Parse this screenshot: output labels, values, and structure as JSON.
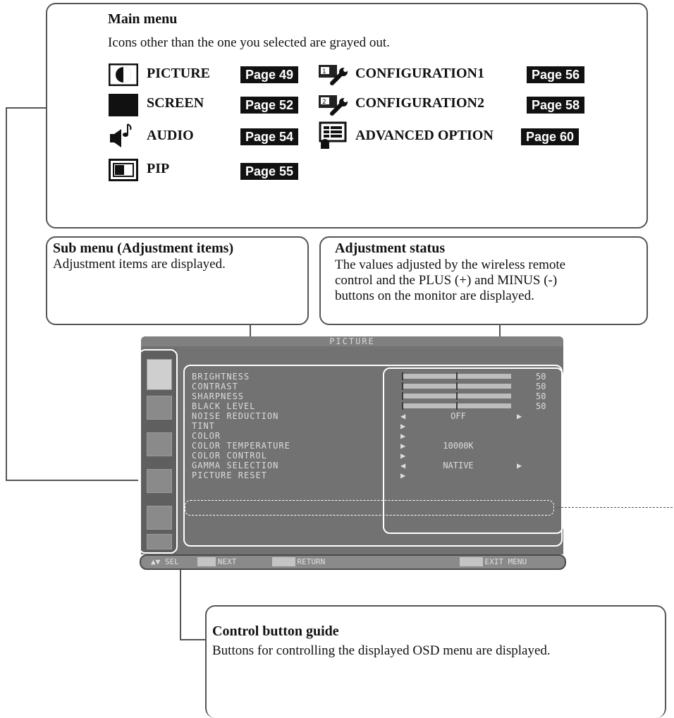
{
  "main_menu": {
    "title": "Main menu",
    "desc": "Icons other than the one you selected are grayed out.",
    "items": [
      {
        "label": "PICTURE",
        "page": "Page 49",
        "icon": "picture-icon"
      },
      {
        "label": "SCREEN",
        "page": "Page 52",
        "icon": "screen-icon"
      },
      {
        "label": "AUDIO",
        "page": "Page 54",
        "icon": "audio-icon"
      },
      {
        "label": "PIP",
        "page": "Page 55",
        "icon": "pip-icon"
      },
      {
        "label": "CONFIGURATION1",
        "page": "Page 56",
        "icon": "config1-icon"
      },
      {
        "label": "CONFIGURATION2",
        "page": "Page 58",
        "icon": "config2-icon"
      },
      {
        "label": "ADVANCED OPTION",
        "page": "Page 60",
        "icon": "advanced-option-icon"
      }
    ]
  },
  "sub_menu": {
    "title": "Sub menu (Adjustment items)",
    "desc": "Adjustment items are displayed."
  },
  "adjustment_status": {
    "title": "Adjustment status",
    "desc": "The values adjusted by the wireless remote control and the PLUS (+) and MINUS (-) buttons on the monitor are displayed."
  },
  "control_guide": {
    "title": "Control button guide",
    "desc": "Buttons for controlling the displayed OSD menu are displayed."
  },
  "osd": {
    "title": "PICTURE",
    "items": [
      "BRIGHTNESS",
      "CONTRAST",
      "SHARPNESS",
      "BLACK LEVEL",
      "NOISE REDUCTION",
      "TINT",
      "COLOR",
      "COLOR TEMPERATURE",
      "COLOR CONTROL",
      "GAMMA SELECTION",
      "PICTURE RESET"
    ],
    "values": {
      "brightness": "50",
      "contrast": "50",
      "sharpness": "50",
      "black_level": "50",
      "noise_reduction": "OFF",
      "color_temperature": "10000K",
      "gamma_selection": "NATIVE"
    },
    "guide": {
      "sel": "SEL",
      "next": "NEXT",
      "return": "RETURN",
      "exit": "EXIT MENU"
    }
  }
}
